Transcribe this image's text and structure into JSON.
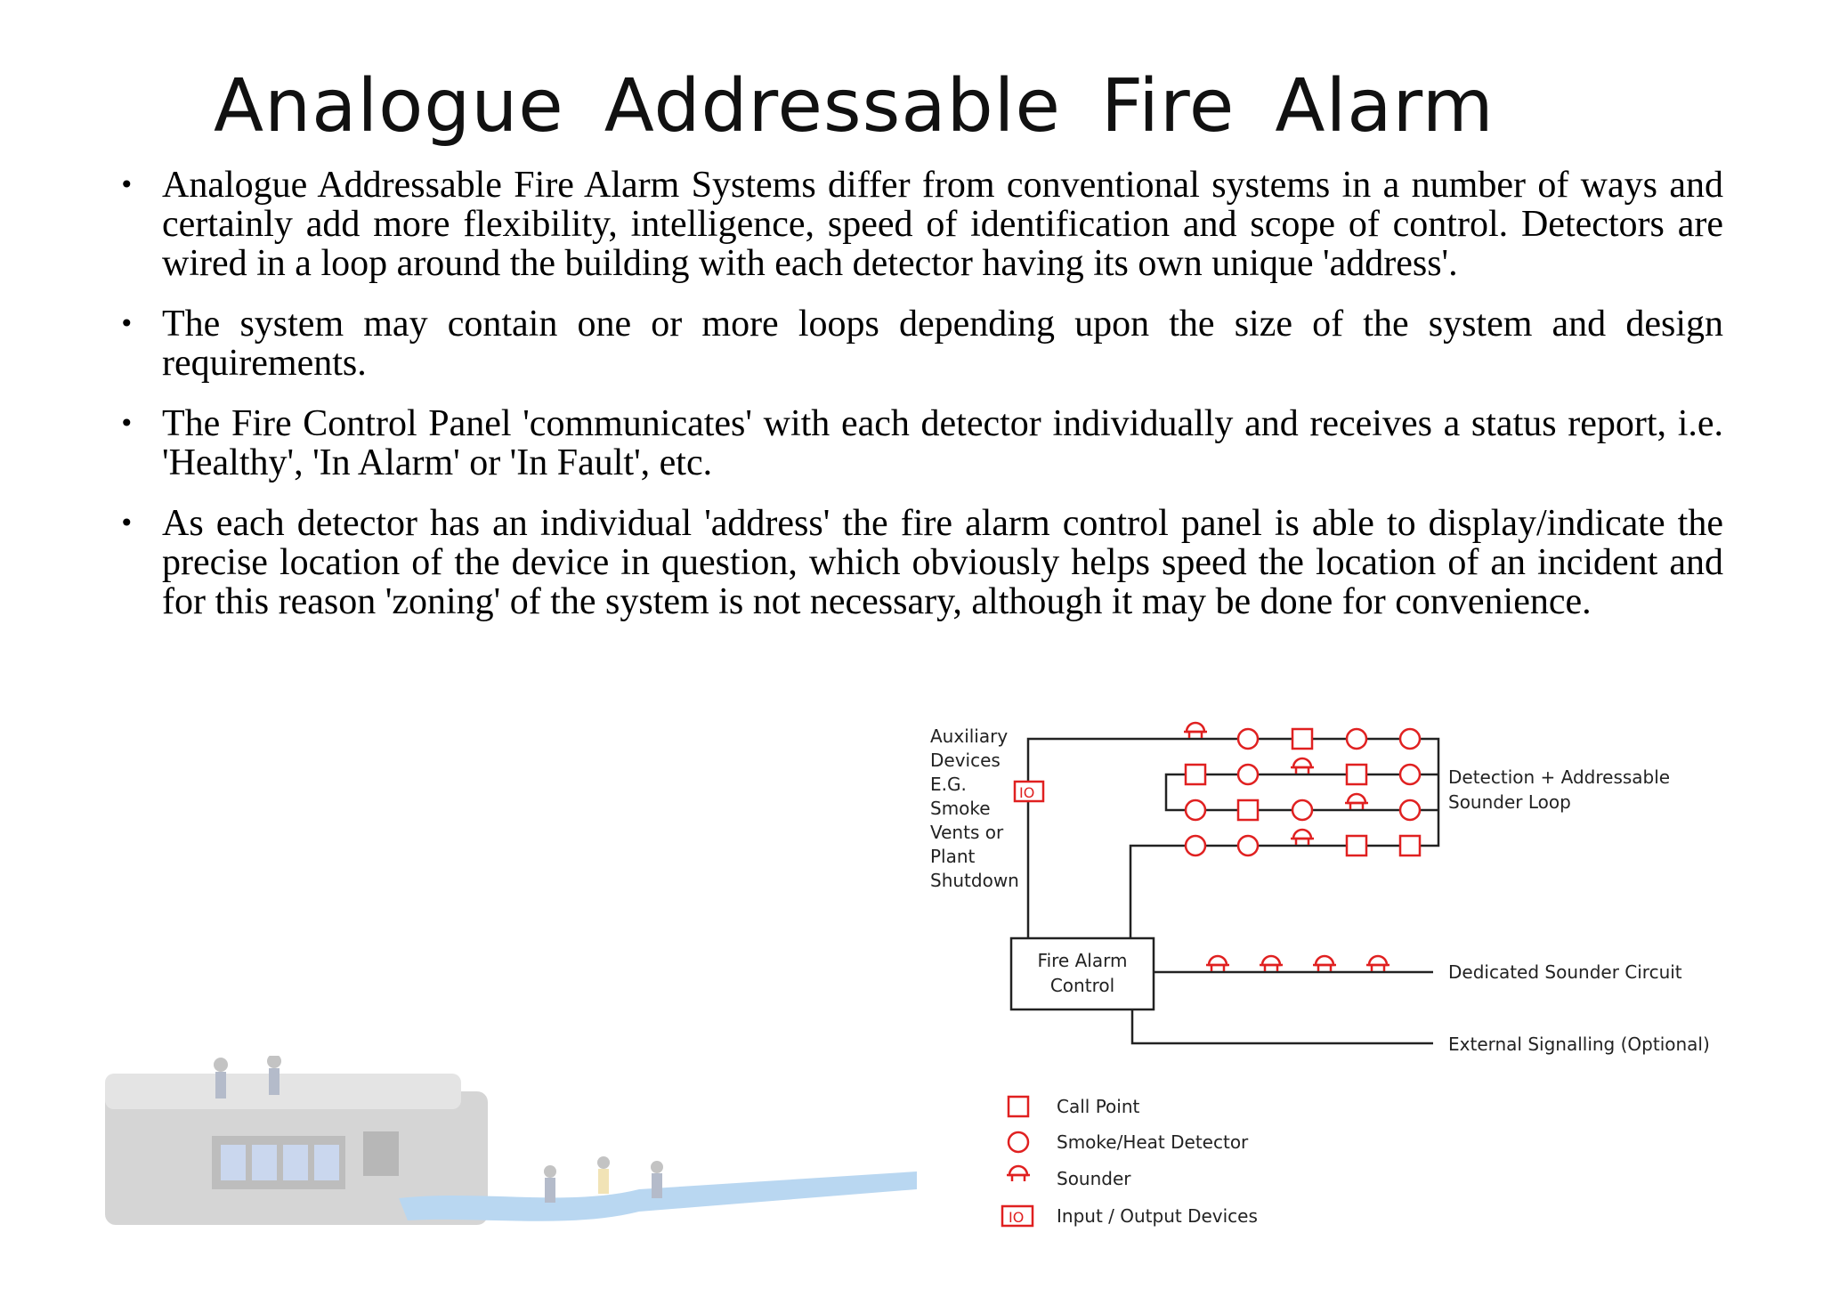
{
  "slide": {
    "title": "Analogue Addressable Fire Alarm",
    "bullets": [
      "Analogue Addressable Fire Alarm Systems differ from conventional systems in a number of ways and certainly add more flexibility, intelligence, speed of identification and scope of control. Detectors are wired in a loop around the building with each detector having its own unique 'address'.",
      "The system may contain one or more loops depending upon the size of the system and design requirements.",
      "The Fire Control Panel 'communicates' with each detector individually and receives a status report, i.e. 'Healthy', 'In Alarm' or 'In Fault', etc.",
      "As each detector has an individual 'address' the fire alarm control panel is able to display/indicate the precise location of the device in question, which obviously helps speed the location of an incident and for this reason 'zoning' of the system is not necessary, although it may be done for convenience."
    ]
  },
  "diagram": {
    "aux_label_lines": [
      "Auxiliary",
      "Devices",
      "E.G.",
      "Smoke",
      "Vents or",
      "Plant",
      "Shutdown"
    ],
    "io_box_label": "IO",
    "panel_label_lines": [
      "Fire Alarm",
      "Control"
    ],
    "loop_label_lines": [
      "Detection + Addressable",
      "Sounder Loop"
    ],
    "sounder_circuit_label": "Dedicated Sounder Circuit",
    "external_label": "External Signalling (Optional)",
    "legend": {
      "call_point": "Call Point",
      "detector": "Smoke/Heat Detector",
      "sounder": "Sounder",
      "io_symbol": "IO",
      "io_devices": "Input / Output Devices"
    },
    "colors": {
      "device": "#e02020",
      "wire": "#222222"
    }
  }
}
